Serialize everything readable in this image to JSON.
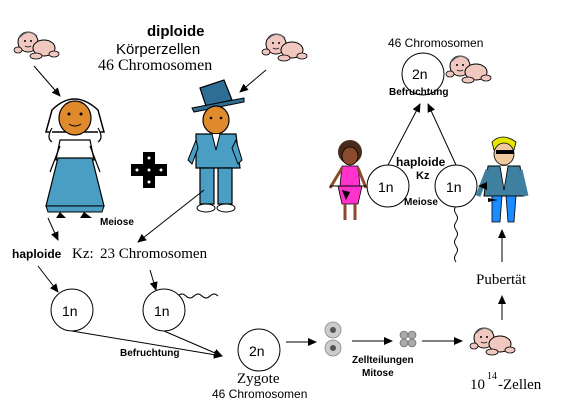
{
  "top_title": {
    "line1": "diploide",
    "line2": "Körperzellen",
    "line3": "46 Chromosomen"
  },
  "right_title": "46 Chromosomen",
  "fertilization_top": "Befruchtung",
  "haploide_right": "haploide",
  "kz_right": "Kz",
  "meiose_right": "Meiose",
  "meiose_left": "Meiose",
  "haploid_left": {
    "prefix": "haploide",
    "middle": "Kz:",
    "rest": "23 Chromosomen"
  },
  "cells": {
    "top_2n": "2n",
    "right_1n_a": "1n",
    "right_1n_b": "1n",
    "left_1n_a": "1n",
    "left_1n_b": "1n",
    "zygote_2n": "2n"
  },
  "fertilization_bottom": "Befruchtung",
  "zygote": {
    "label": "Zygote",
    "chromosomes": "46 Chromosomen"
  },
  "zellteilungen": "Zellteilungen",
  "mitose": "Mitose",
  "cells_count": {
    "base": "10",
    "exp": "14",
    "rest": "-Zellen"
  },
  "pubertaet": "Pubertät",
  "colors": {
    "woman_dress": "#4a9ec4",
    "man_suit": "#4a9ec4",
    "man_hat": "#2e6e94",
    "skin": "#e08a2e",
    "boy_hair": "#e6e600",
    "boy_jacket": "#3f7f9f",
    "boy_pants": "#1a8cff",
    "girl_skin": "#8b4a2b",
    "girl_skirt": "#ff33cc",
    "baby_skin": "#f0c8c0"
  },
  "icons": [
    "baby-icon",
    "woman-icon",
    "man-icon",
    "girl-icon",
    "boy-icon",
    "sperm-icon",
    "cross-icon"
  ]
}
